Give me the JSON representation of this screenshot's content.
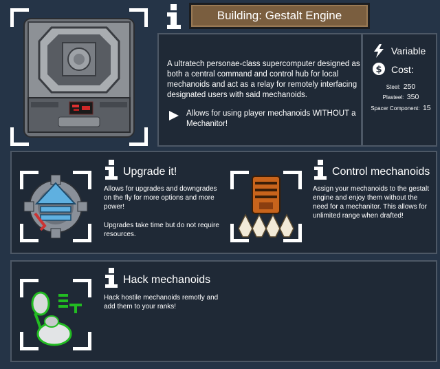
{
  "header": {
    "title": "Building: Gestalt Engine"
  },
  "description": {
    "text": "A ultratech personae-class supercomputer designed as both a central command and control hub for local mechanoids and act as a relay for remotely interfacing designated users with said mechanoids.",
    "bullet": "Allows for using player mechanoids WITHOUT a Mechanitor!"
  },
  "stats": {
    "power_label": "Variable",
    "cost_label": "Cost:",
    "costs": [
      {
        "name": "Steel:",
        "value": "250"
      },
      {
        "name": "Plasteel:",
        "value": "350"
      },
      {
        "name": "Spacer Component:",
        "value": "15"
      }
    ]
  },
  "features": {
    "upgrade": {
      "title": "Upgrade it!",
      "text1": "Allows for upgrades and downgrades on the fly for more options and more power!",
      "text2": "Upgrades take time but do not require resources."
    },
    "control": {
      "title": "Control mechanoids",
      "text": "Assign your mechanoids to the gestalt engine and enjoy them without the need for a mechanitor. This allows for unlimited range when drafted!"
    },
    "hack": {
      "title": "Hack mechanoids",
      "text": "Hack hostile mechanoids remotly and add them to your ranks!"
    }
  },
  "colors": {
    "background": "#253447",
    "panel": "#1f2936",
    "title_box": "#7a5e3f",
    "upgrade_arrow": "#5fb0e0",
    "control_orange": "#c8641c",
    "hack_green": "#22bb22"
  }
}
